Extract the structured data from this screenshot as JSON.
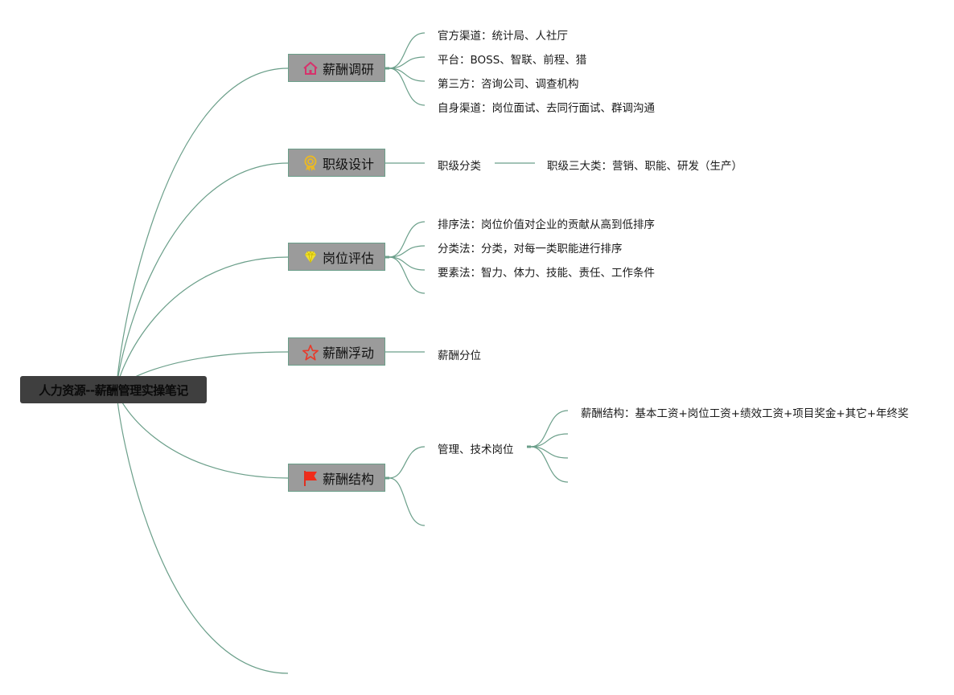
{
  "root": {
    "label": "人力资源--薪酬管理实操笔记"
  },
  "colors": {
    "edge": "#6b9f8a",
    "root_bg": "#3f3f3f",
    "topic_bg": "#9b9b9b"
  },
  "topics": [
    {
      "label": "薪酬调研",
      "icon": "home-icon",
      "children": [
        {
          "label": "官方渠道：统计局、人社厅"
        },
        {
          "label": "平台：BOSS、智联、前程、猎"
        },
        {
          "label": "第三方：咨询公司、调查机构"
        },
        {
          "label": "自身渠道：岗位面试、去同行面试、群调沟通"
        }
      ]
    },
    {
      "label": "职级设计",
      "icon": "award-medal-icon",
      "children": [
        {
          "label": "职级分类",
          "children": [
            {
              "label": "职级三大类：营销、职能、研发（生产）"
            }
          ]
        }
      ]
    },
    {
      "label": "岗位评估",
      "icon": "diamond-icon",
      "children": [
        {
          "label": "排序法：岗位价值对企业的贡献从高到低排序"
        },
        {
          "label": "分类法：分类，对每一类职能进行排序"
        },
        {
          "label": "要素法：智力、体力、技能、责任、工作条件"
        },
        {
          "label": ""
        }
      ]
    },
    {
      "label": "薪酬浮动",
      "icon": "star-icon",
      "children": [
        {
          "label": "薪酬分位"
        }
      ]
    },
    {
      "label": "薪酬结构",
      "icon": "flag-icon",
      "children": [
        {
          "label": "管理、技术岗位",
          "children": [
            {
              "label": "薪酬结构：基本工资+岗位工资+绩效工资+项目奖金+其它+年终奖"
            },
            {
              "label": ""
            },
            {
              "label": ""
            },
            {
              "label": ""
            }
          ]
        },
        {
          "label": ""
        }
      ]
    }
  ]
}
